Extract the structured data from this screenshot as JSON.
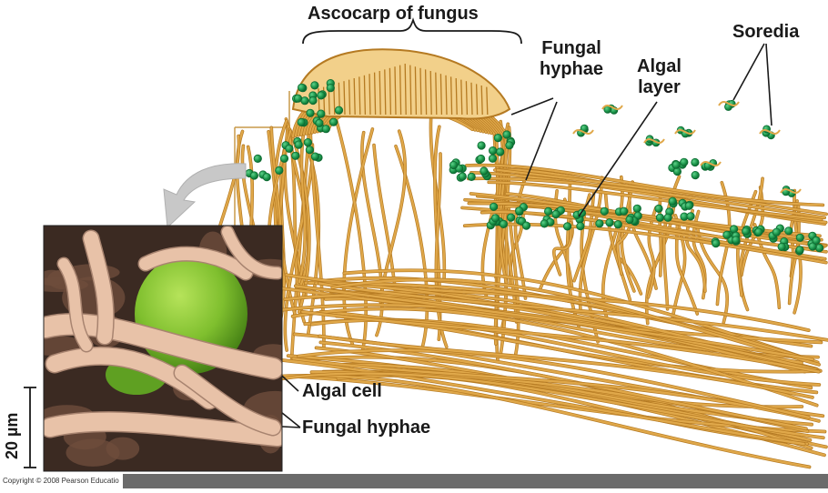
{
  "labels": {
    "ascocarp": "Ascocarp of fungus",
    "fungal_hyphae_top": "Fungal\nhyphae",
    "algal_layer": "Algal\nlayer",
    "soredia": "Soredia",
    "algal_cell": "Algal cell",
    "fungal_hyphae_inset": "Fungal hyphae",
    "scale_bar": "20 µm"
  },
  "footer": {
    "copyright": "Copyright © 2008 Pearson Educatio"
  },
  "colors": {
    "hyphae": "#e0a84a",
    "hyphae_dark": "#b57a22",
    "algae": "#1f9a4e",
    "algae_dark": "#0d6b32",
    "sem_background": "#3b2a22",
    "sem_hyphae": "#e8c2a8",
    "sem_algal_cell": "#7fbf2e",
    "arrow": "#c8c8c8",
    "footer_bar": "#6b6b6b"
  }
}
